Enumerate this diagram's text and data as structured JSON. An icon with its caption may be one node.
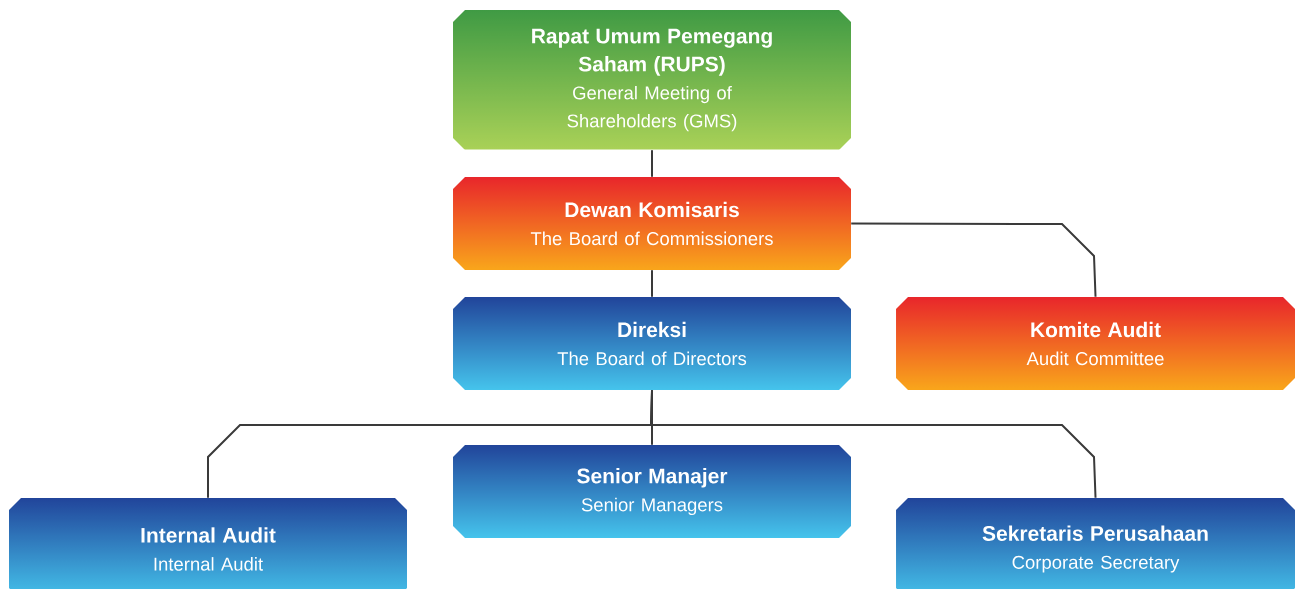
{
  "diagram": {
    "nodes": [
      {
        "text": [
          "Rapat Umum Pemegang Saham (RUPS)",
          "General Meeting of Shareholders (GMS)"
        ]
      },
      {
        "text": [
          "Dewan Komisaris",
          "The Board of Commissioners"
        ]
      },
      {
        "text": [
          "Direksi",
          "The Board of Directors"
        ]
      },
      {
        "text": [
          "Komite Audit",
          "Audit Committee"
        ]
      },
      {
        "text": [
          "Senior Manajer",
          "Senior Managers"
        ]
      },
      {
        "text": [
          "Internal Audit",
          "Internal Audit"
        ]
      },
      {
        "text": [
          "Sekretaris Perusahaan",
          "Corporate Secretary"
        ]
      }
    ],
    "edges": [
      {
        "from": 0,
        "to": 1,
        "arrow": "none"
      },
      {
        "from": 1,
        "to": 2,
        "arrow": "none"
      },
      {
        "from": 1,
        "to": 3,
        "arrow": "none"
      },
      {
        "from": 2,
        "to": 4,
        "arrow": "none"
      },
      {
        "from": 2,
        "to": 5,
        "arrow": "none"
      },
      {
        "from": 2,
        "to": 6,
        "arrow": "none"
      }
    ]
  }
}
